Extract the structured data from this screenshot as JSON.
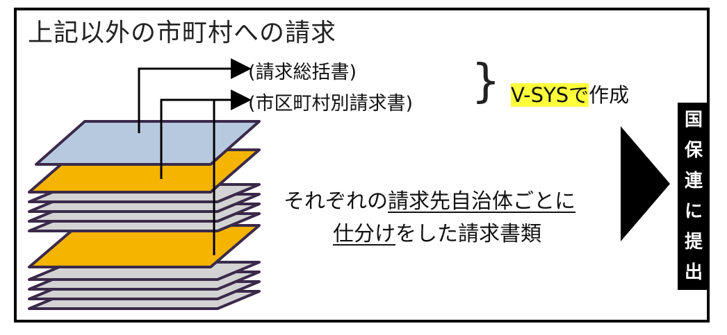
{
  "title": "上記以外の市町村への請求",
  "labels": {
    "summary": "(請求総括書)",
    "municipal": "(市区町村別請求書)"
  },
  "vsys": {
    "highlight": "V-SYSで",
    "rest": "作成"
  },
  "description": {
    "line1_plain": "それぞれの",
    "line1_underlined": "請求先自治体ごとに",
    "line2_underlined": "仕分け",
    "line2_plain": "をした請求書類"
  },
  "submit_chars": [
    "国",
    "保",
    "連",
    "に",
    "提",
    "出"
  ],
  "colors": {
    "summary_sheet": "#b7c9df",
    "invoice_sheet": "#f5b400",
    "grey_sheet": "#d3d3d3",
    "outline": "#3a2a4a",
    "highlight": "#ffff3c"
  }
}
